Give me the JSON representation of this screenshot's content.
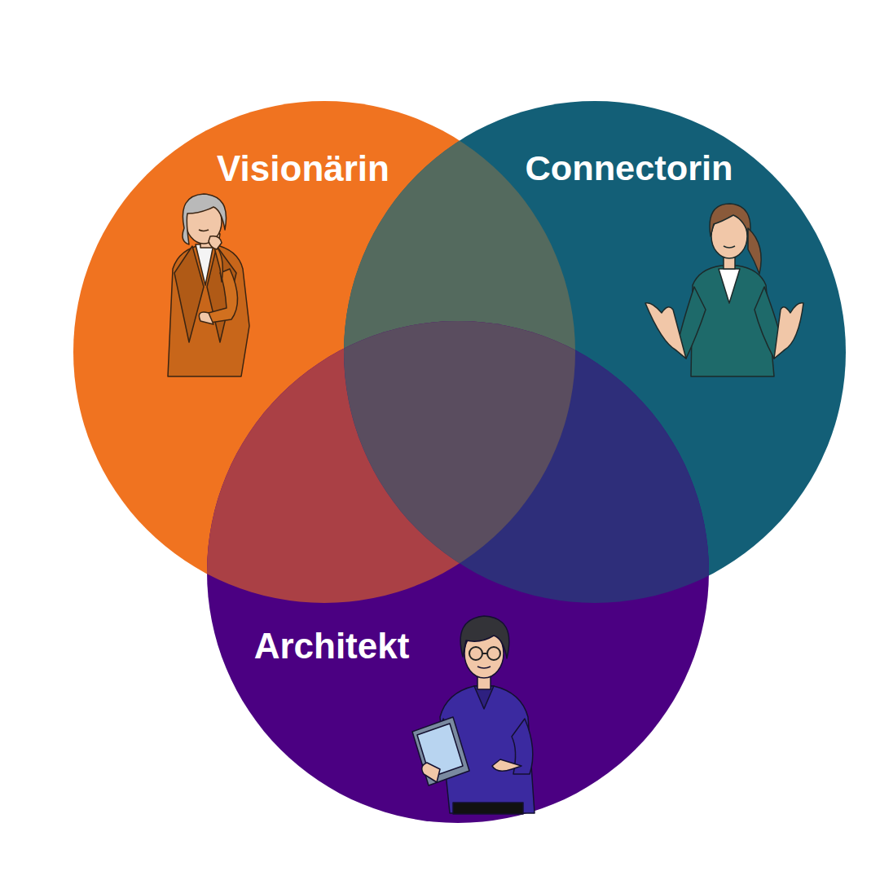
{
  "diagram": {
    "nodes": [
      {
        "text": [
          "Visionärin"
        ]
      },
      {
        "text": [
          "Connectorin"
        ]
      },
      {
        "text": [
          "Architekt"
        ]
      }
    ]
  }
}
